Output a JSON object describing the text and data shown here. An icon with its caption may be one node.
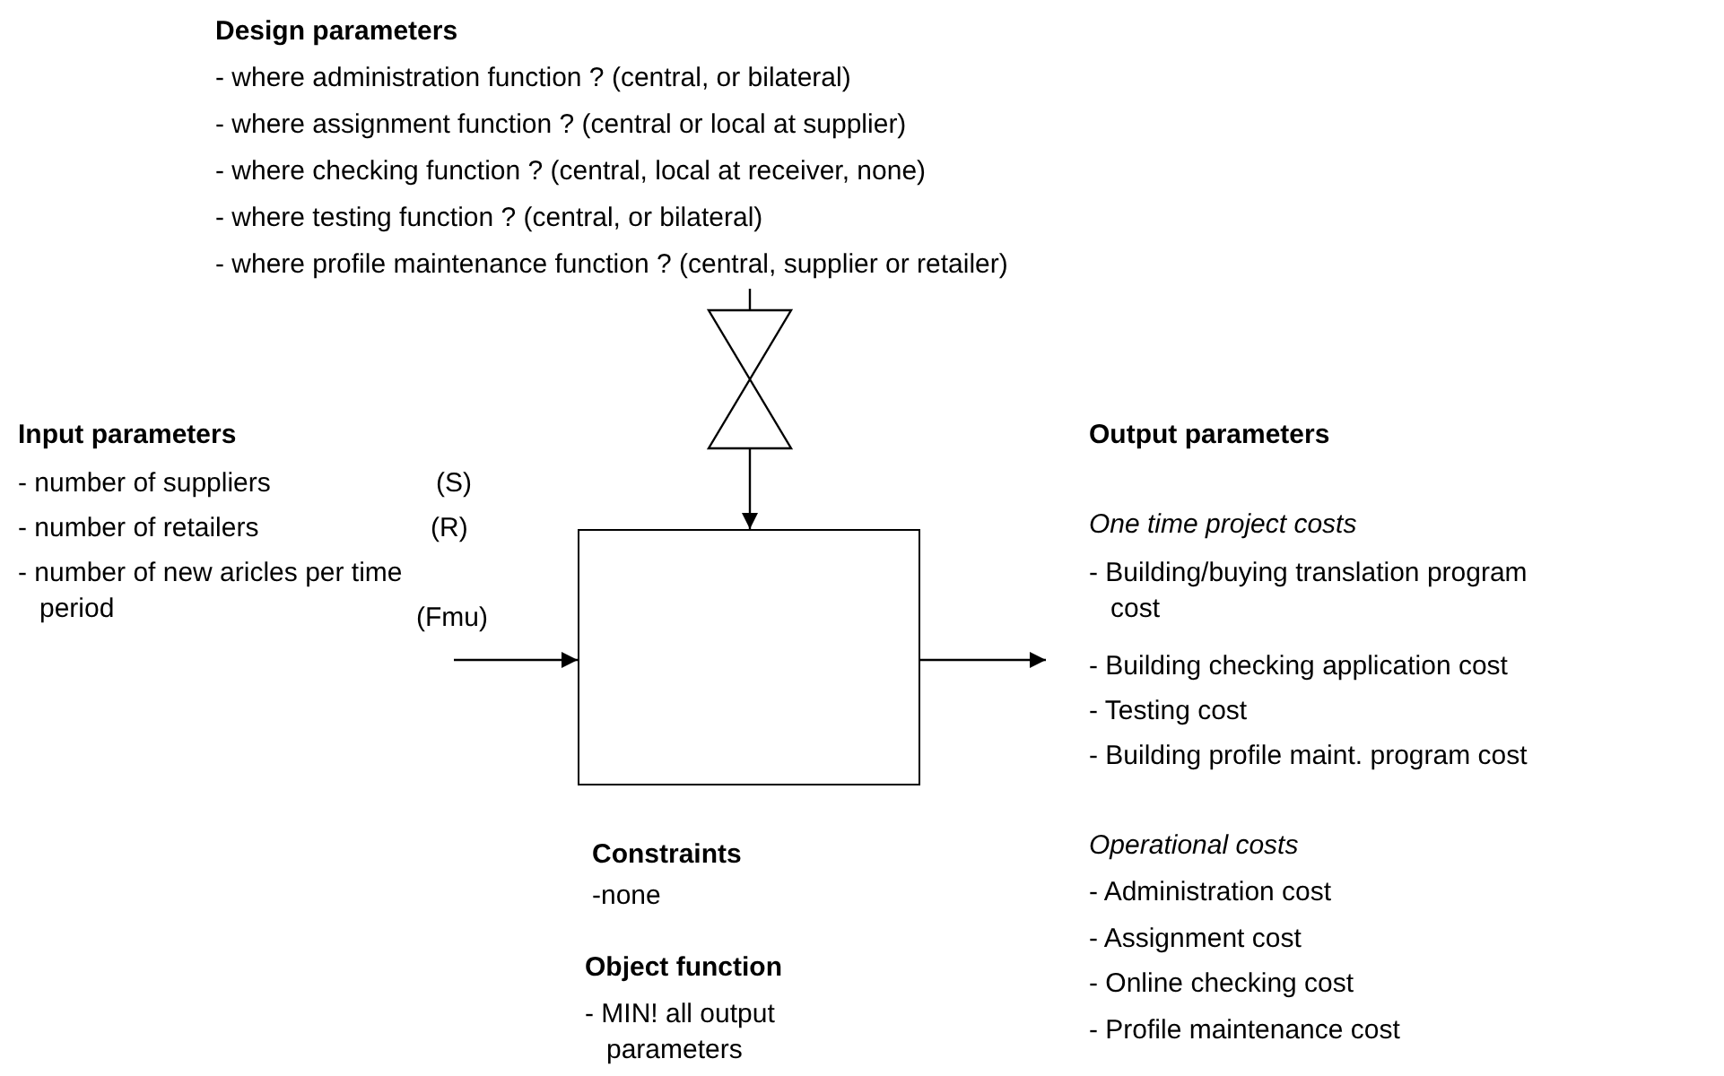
{
  "diagram": {
    "nodes": [
      {
        "text": [
          "Design parameters",
          "- where administration function ? (central, or bilateral)",
          "- where assignment function ? (central or local at supplier)",
          "- where checking function ? (central, local at receiver, none)",
          "- where testing function ? (central, or bilateral)",
          "- where profile maintenance function ? (central, supplier or retailer)"
        ]
      },
      {
        "text": [],
        "shape": "valve"
      },
      {
        "text": [],
        "shape": "box"
      }
    ],
    "edges": [
      {
        "from": 0,
        "to": 1,
        "arrow": "none"
      },
      {
        "from": 1,
        "to": 2,
        "arrow": "to"
      },
      {
        "from": null,
        "to": 2,
        "arrow": "to"
      },
      {
        "from": 2,
        "to": null,
        "arrow": "to"
      }
    ],
    "labels": [
      "Input parameters",
      "- number of suppliers",
      "(S)",
      "- number of retailers",
      "(R)",
      "- number of new aricles per time period",
      "(Fmu)",
      "Output parameters",
      "One time project costs",
      "- Building/buying translation program cost",
      "- Building checking application cost",
      "- Testing cost",
      "- Building profile maint. program cost",
      "Operational costs",
      "- Administration cost",
      "- Assignment cost",
      "- Online checking cost",
      "- Profile maintenance cost",
      "Constraints",
      "-none",
      "Object function",
      "- MIN! all output parameters"
    ]
  }
}
